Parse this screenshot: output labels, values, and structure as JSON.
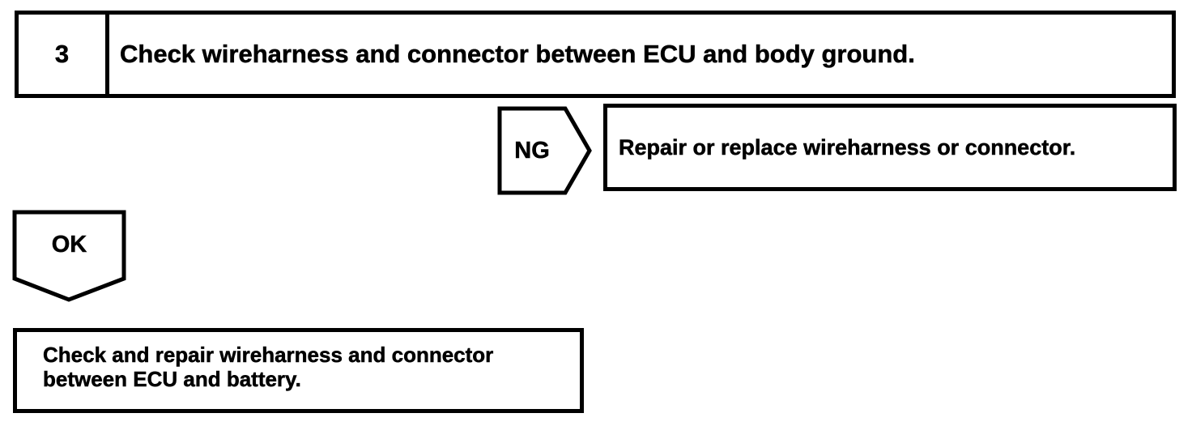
{
  "colors": {
    "line": "#000000",
    "background": "#ffffff"
  },
  "flowchart": {
    "step_box": {
      "number": "3",
      "instruction": "Check wireharness and connector between ECU and body ground."
    },
    "ng_branch": {
      "label": "NG",
      "result_text": "Repair or replace wireharness or connector."
    },
    "ok_branch": {
      "label": "OK",
      "result_text": "Check and repair wireharness and connector between ECU and battery."
    }
  }
}
